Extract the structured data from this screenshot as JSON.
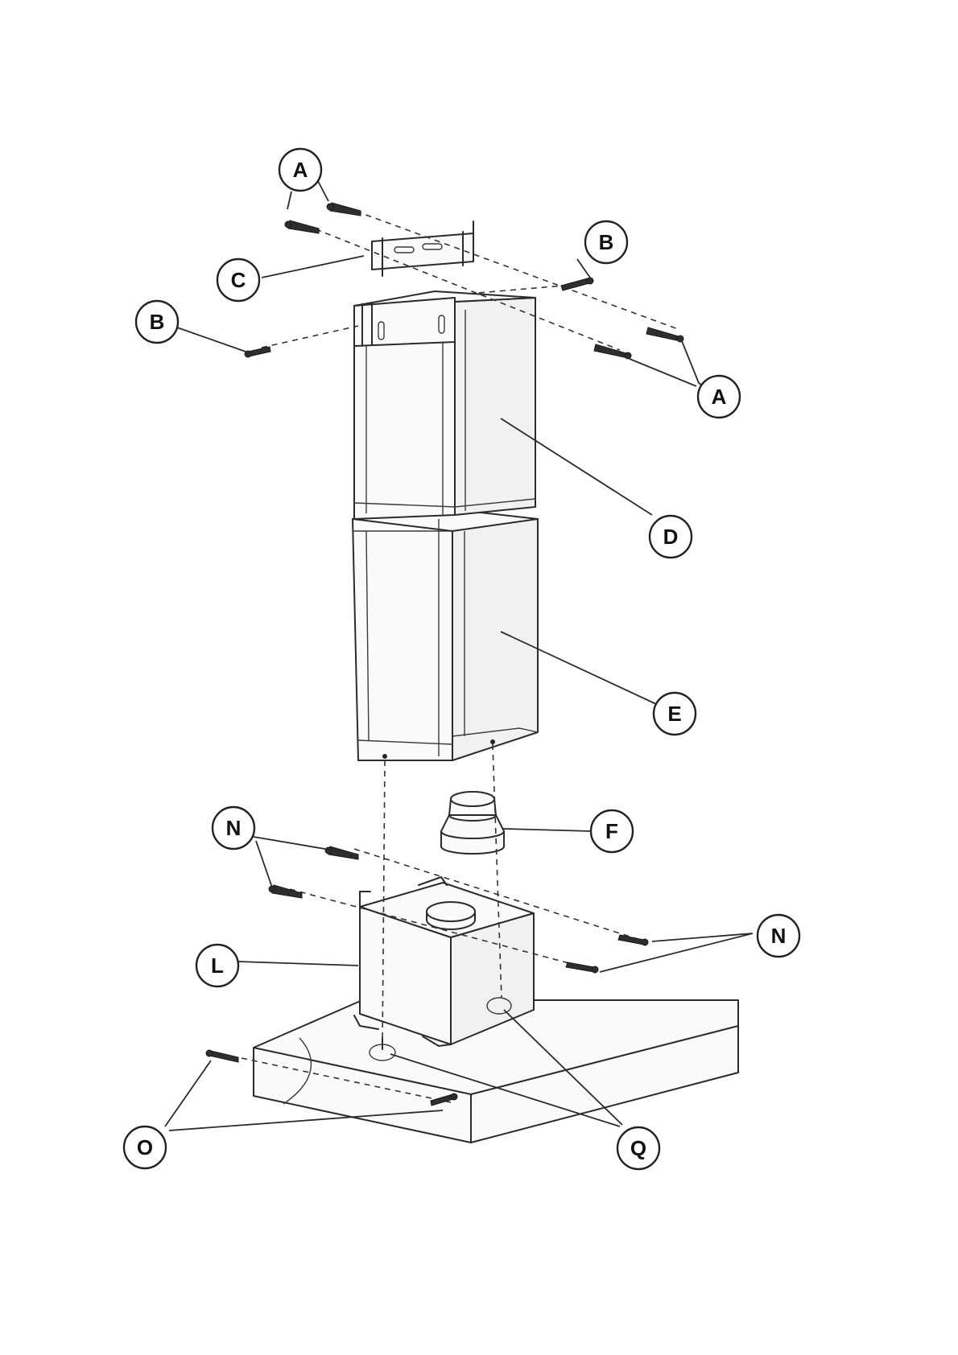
{
  "labels": {
    "a_top": "A",
    "a_right": "A",
    "b_right": "B",
    "b_left": "B",
    "c": "C",
    "d": "D",
    "e": "E",
    "f": "F",
    "n_left": "N",
    "n_right": "N",
    "l": "L",
    "o": "O",
    "q": "Q"
  }
}
